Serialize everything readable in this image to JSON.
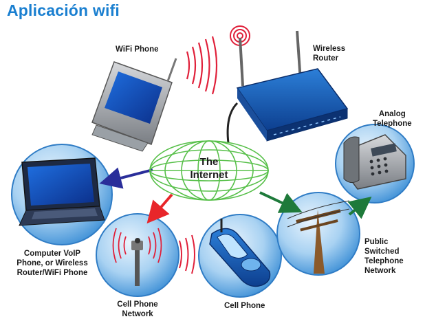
{
  "title": "Aplicación wifi",
  "center": {
    "line1": "The",
    "line2": "Internet"
  },
  "nodes": {
    "wifi_phone": "WiFi Phone",
    "router": "Wireless\nRouter",
    "analog": "Analog\nTelephone",
    "computer": "Computer VoIP\nPhone, or Wireless\nRouter/WiFi Phone",
    "cell_network": "Cell Phone\nNetwork",
    "cell_phone": "Cell Phone",
    "pstn": "Public\nSwitched\nTelephone\nNetwork"
  },
  "colors": {
    "title": "#1a7fd0",
    "globe": "#58c04a",
    "arrow_to_computer": "#2a2e9a",
    "arrow_to_cell_network": "#e8262a",
    "arrow_to_pstn": "#1e7a3a",
    "waves": "#e0203a",
    "circle": "#3d8fd6"
  }
}
